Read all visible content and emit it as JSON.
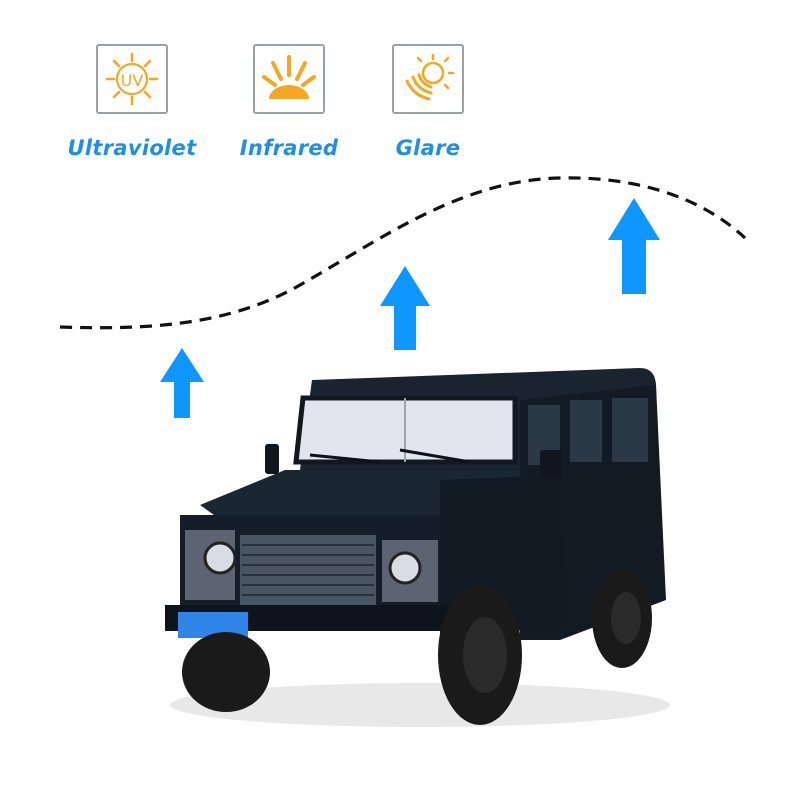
{
  "features": {
    "ultraviolet": {
      "label": "Ultraviolet",
      "icon_text": "UV",
      "icon": "uv-sun-icon"
    },
    "infrared": {
      "label": "Infrared",
      "icon": "sunrise-rays-icon"
    },
    "glare": {
      "label": "Glare",
      "icon": "sun-glare-icon"
    }
  },
  "colors": {
    "label_blue": "#1e8fe6",
    "icon_orange": "#f5a623",
    "arrow_blue": "#0d97ff",
    "vehicle_body": "#16202c"
  }
}
